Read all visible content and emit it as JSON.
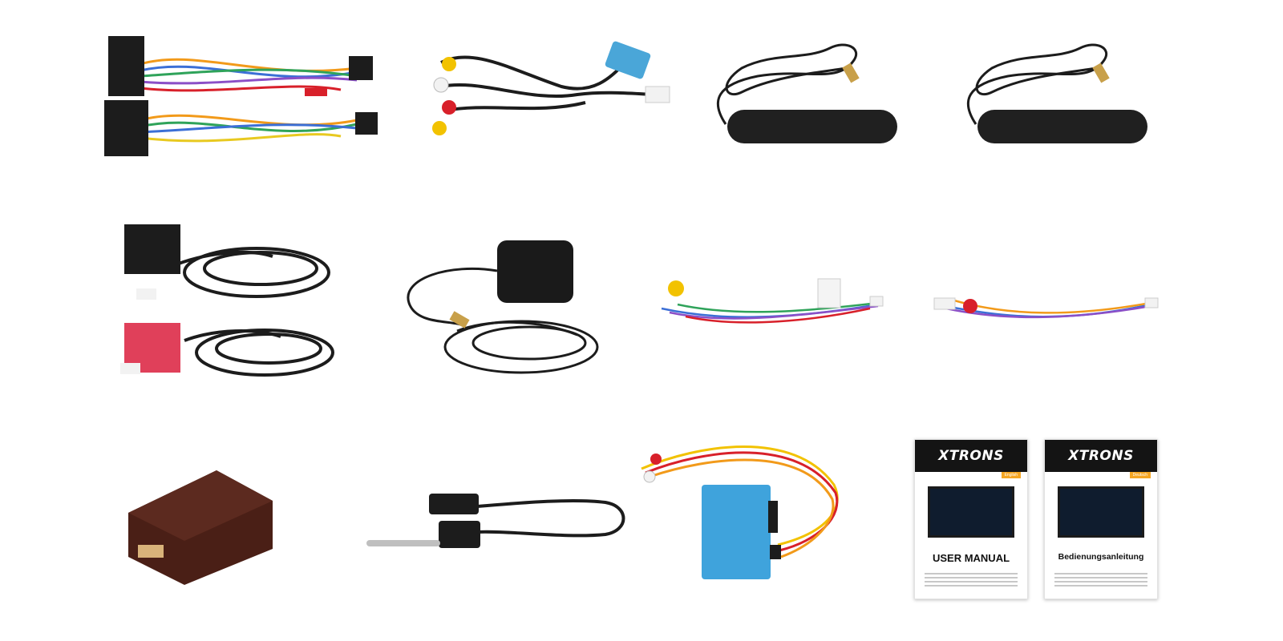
{
  "manuals": [
    {
      "brand": "XTRONS",
      "lang": "English",
      "title": "USER MANUAL"
    },
    {
      "brand": "XTRONS",
      "lang": "Deutsch",
      "title": "Bedienungsanleitung"
    }
  ],
  "colors": {
    "background": "#ffffff",
    "connector_black": "#1c1c1c",
    "connector_blue": "#4aa6d8",
    "box_blue": "#3fa3dc",
    "box_brown": "#4a1f16",
    "rca_yellow": "#f2c200",
    "rca_red": "#d8202a",
    "usb_red": "#e0405a"
  }
}
